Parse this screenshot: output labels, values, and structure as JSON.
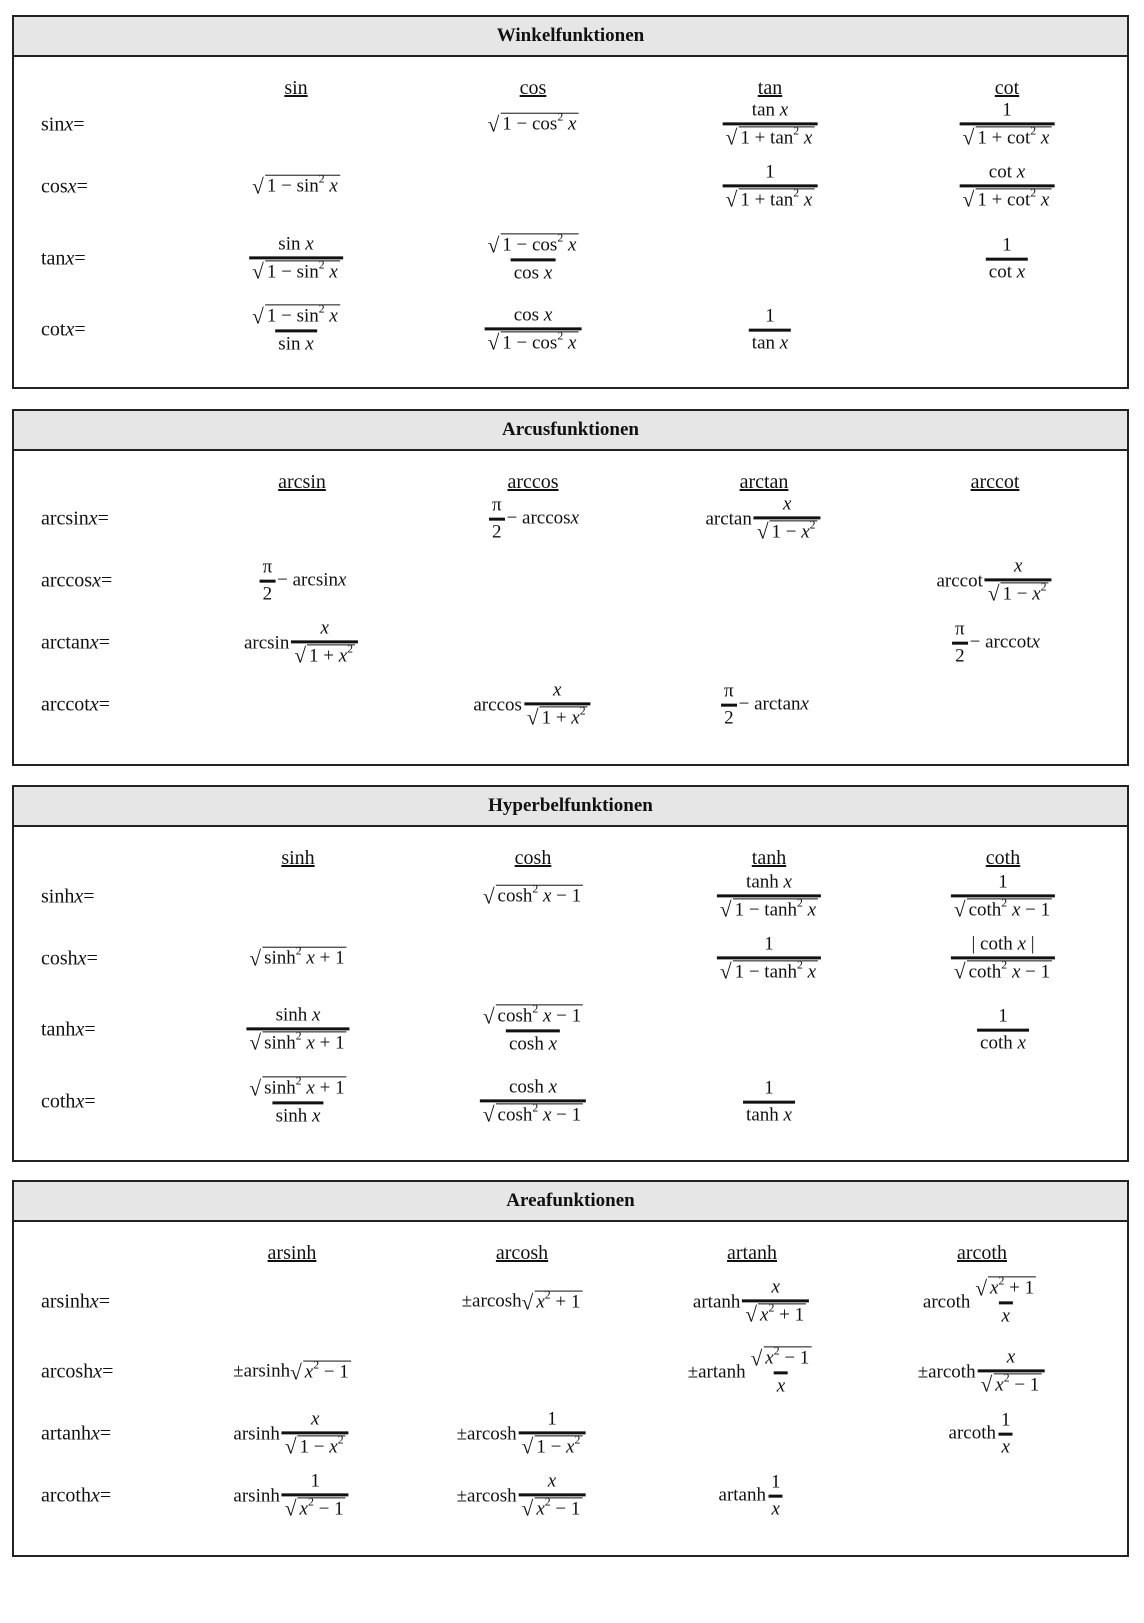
{
  "sections": [
    {
      "id": "winkel",
      "title": "Winkelfunktionen",
      "columns": [
        "sin",
        "cos",
        "tan",
        "cot"
      ],
      "rows": [
        {
          "label": "sin x =",
          "cells": [
            "",
            "\\sqrt{1 − cos^2 x}",
            "\\frac{tan x}{\\sqrt{1 + tan^2 x}}",
            "\\frac{1}{\\sqrt{1 + cot^2 x}}"
          ]
        },
        {
          "label": "cos x =",
          "cells": [
            "\\sqrt{1 − sin^2 x}",
            "",
            "\\frac{1}{\\sqrt{1 + tan^2 x}}",
            "\\frac{cot x}{\\sqrt{1 + cot^2 x}}"
          ]
        },
        {
          "label": "tan x =",
          "cells": [
            "\\frac{sin x}{\\sqrt{1 − sin^2 x}}",
            "\\frac{\\sqrt{1 − cos^2 x}}{cos x}",
            "",
            "\\frac{1}{cot x}"
          ]
        },
        {
          "label": "cot x =",
          "cells": [
            "\\frac{\\sqrt{1 − sin^2 x}}{sin x}",
            "\\frac{cos x}{\\sqrt{1 − cos^2 x}}",
            "\\frac{1}{tan x}",
            ""
          ]
        }
      ]
    },
    {
      "id": "arcus",
      "title": "Arcusfunktionen",
      "columns": [
        "arcsin",
        "arccos",
        "arctan",
        "arccot"
      ],
      "rows": [
        {
          "label": "arcsin x =",
          "cells": [
            "",
            "\\frac{π}{2} − arccos x",
            "arctan \\frac{x}{\\sqrt{1 − x^2}}",
            ""
          ]
        },
        {
          "label": "arccos x =",
          "cells": [
            "\\frac{π}{2} − arcsin x",
            "",
            "",
            "arccot \\frac{x}{\\sqrt{1 − x^2}}"
          ]
        },
        {
          "label": "arctan x =",
          "cells": [
            "arcsin \\frac{x}{\\sqrt{1 + x^2}}",
            "",
            "",
            "\\frac{π}{2} − arccot x"
          ]
        },
        {
          "label": "arccot x =",
          "cells": [
            "",
            "arccos \\frac{x}{\\sqrt{1 + x^2}}",
            "\\frac{π}{2} − arctan x",
            ""
          ]
        }
      ]
    },
    {
      "id": "hyperbel",
      "title": "Hyperbelfunktionen",
      "columns": [
        "sinh",
        "cosh",
        "tanh",
        "coth"
      ],
      "rows": [
        {
          "label": "sinh x =",
          "cells": [
            "",
            "\\sqrt{cosh^2 x − 1}",
            "\\frac{tanh x}{\\sqrt{1 − tanh^2 x}}",
            "\\frac{1}{\\sqrt{coth^2 x − 1}}"
          ]
        },
        {
          "label": "cosh x =",
          "cells": [
            "\\sqrt{sinh^2 x + 1}",
            "",
            "\\frac{1}{\\sqrt{1 − tanh^2 x}}",
            "\\frac{| coth x |}{\\sqrt{coth^2 x − 1}}"
          ]
        },
        {
          "label": "tanh x =",
          "cells": [
            "\\frac{sinh x}{\\sqrt{sinh^2 x + 1}}",
            "\\frac{\\sqrt{cosh^2 x − 1}}{cosh x}",
            "",
            "\\frac{1}{coth x}"
          ]
        },
        {
          "label": "coth x =",
          "cells": [
            "\\frac{\\sqrt{sinh^2 x + 1}}{sinh x}",
            "\\frac{cosh x}{\\sqrt{cosh^2 x − 1}}",
            "\\frac{1}{tanh x}",
            ""
          ]
        }
      ]
    },
    {
      "id": "area",
      "title": "Areafunktionen",
      "columns": [
        "arsinh",
        "arcosh",
        "artanh",
        "arcoth"
      ],
      "rows": [
        {
          "label": "arsinh x =",
          "cells": [
            "",
            "±arcosh \\sqrt{x^2 + 1}",
            "artanh \\frac{x}{\\sqrt{x^2 + 1}}",
            "arcoth \\frac{\\sqrt{x^2 + 1}}{x}"
          ]
        },
        {
          "label": "arcosh x =",
          "cells": [
            "±arsinh \\sqrt{x^2 − 1}",
            "",
            "±artanh \\frac{\\sqrt{x^2 − 1}}{x}",
            "±arcoth \\frac{x}{\\sqrt{x^2 − 1}}"
          ]
        },
        {
          "label": "artanh x =",
          "cells": [
            "arsinh \\frac{x}{\\sqrt{1 − x^2}}",
            "±arcosh \\frac{1}{\\sqrt{1 − x^2}}",
            "",
            "arcoth \\frac{1}{x}"
          ]
        },
        {
          "label": "arcoth x =",
          "cells": [
            "arsinh \\frac{1}{\\sqrt{x^2 − 1}}",
            "±arcosh \\frac{x}{\\sqrt{x^2 − 1}}",
            "artanh \\frac{1}{x}",
            ""
          ]
        }
      ]
    }
  ]
}
